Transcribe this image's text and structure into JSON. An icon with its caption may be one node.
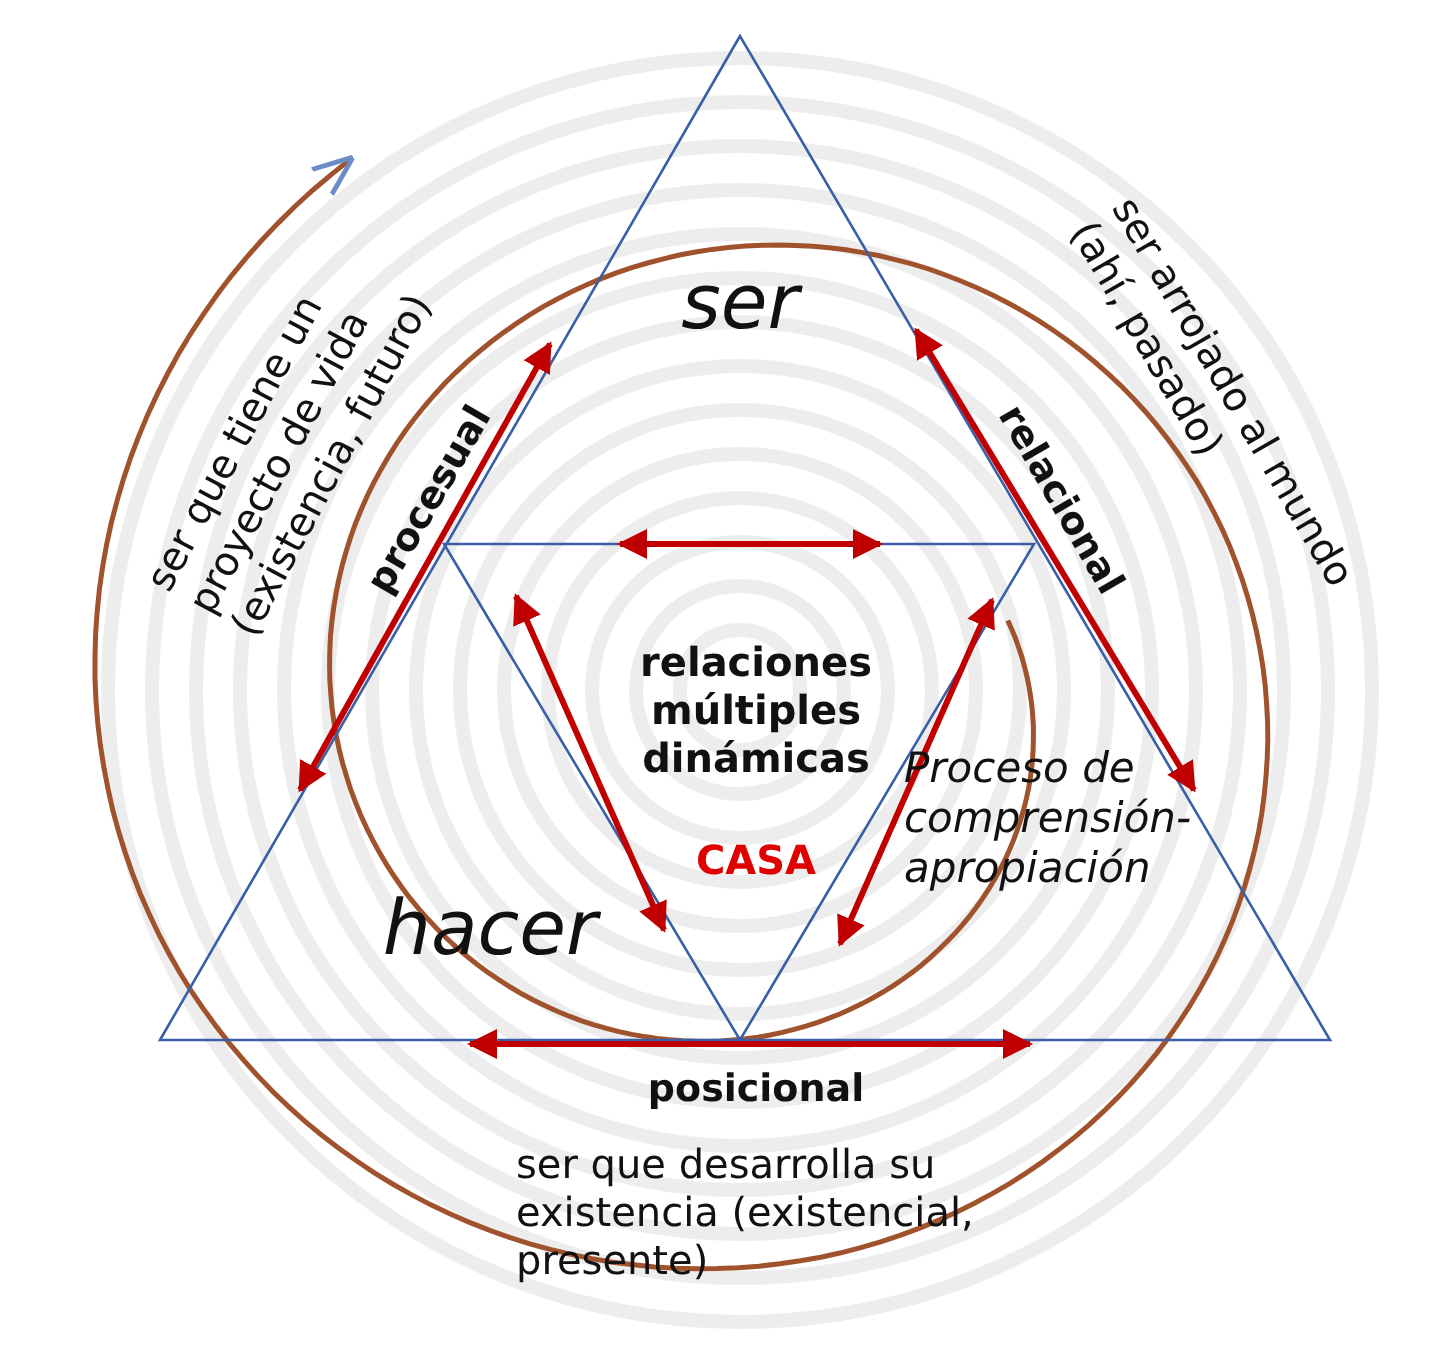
{
  "diagram": {
    "labels": [
      "ser que tiene un proyecto de vida (existencia, futuro)",
      "ser",
      "ser arrojado al mundo (ahí, pasado)",
      "procesual",
      "relacional",
      "relaciones múltiples dinámicas",
      "CASA",
      "Proceso de comprensión-apropiación",
      "hacer",
      "posicional",
      "ser que desarrolla su existencia (existencial, presente)"
    ]
  }
}
